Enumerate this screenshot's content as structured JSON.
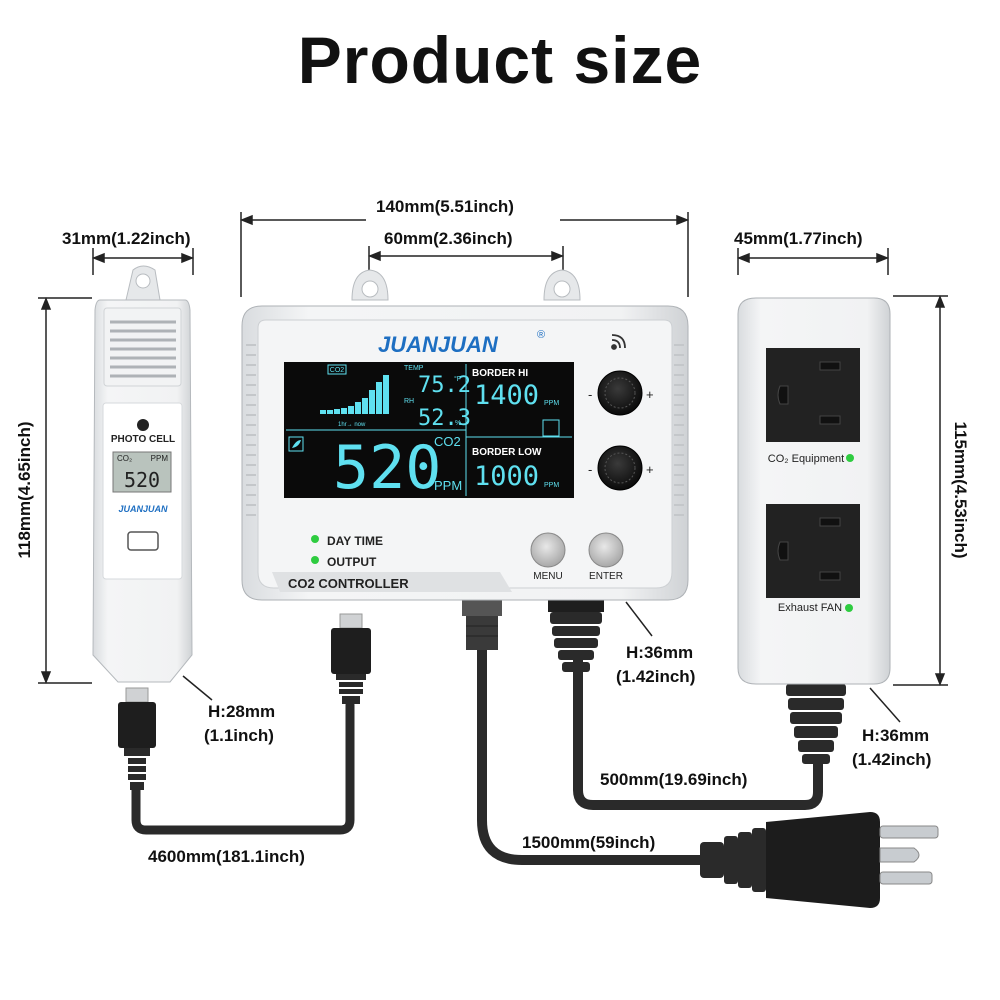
{
  "title": "Product size",
  "dimensions": {
    "controller_width": "140mm(5.51inch)",
    "hook_spacing": "60mm(2.36inch)",
    "sensor_width": "31mm(1.22inch)",
    "sensor_height": "118mm(4.65inch)",
    "sensor_depth_h": "H:28mm",
    "sensor_depth_in": "(1.1inch)",
    "outlet_width": "45mm(1.77inch)",
    "outlet_height": "115mm(4.53inch)",
    "controller_depth_h": "H:36mm",
    "controller_depth_in": "(1.42inch)",
    "outlet_depth_h": "H:36mm",
    "outlet_depth_in": "(1.42inch)",
    "sensor_cable": "4600mm(181.1inch)",
    "outlet_cable": "500mm(19.69inch)",
    "power_cable": "1500mm(59inch)"
  },
  "sensor": {
    "label": "PHOTO CELL",
    "lcd_co2": "CO₂",
    "lcd_ppm": "PPM",
    "lcd_value": "520",
    "brand": "JUANJUAN"
  },
  "controller": {
    "brand": "JUANJUAN",
    "registered": "®",
    "panel_label": "CO2 CONTROLLER",
    "lcd": {
      "co2_tag": "CO2",
      "temp_label": "TEMP",
      "temp_value": "75.2",
      "temp_unit": "°F",
      "rh_label": "RH",
      "rh_value": "52.3",
      "rh_unit": "%",
      "time_axis": "1hr→ now",
      "main_value": "520",
      "main_unit_top": "CO2",
      "main_unit_bottom": "PPM",
      "border_hi_label": "BORDER HI",
      "border_hi_value": "1400",
      "border_hi_unit": "PPM",
      "border_low_label": "BORDER LOW",
      "border_low_value": "1000",
      "border_low_unit": "PPM"
    },
    "indicators": [
      "DAY TIME",
      "OUTPUT"
    ],
    "buttons": [
      "MENU",
      "ENTER"
    ]
  },
  "outlet": {
    "outlet1_label": "CO₂ Equipment",
    "outlet2_label": "Exhaust FAN"
  },
  "colors": {
    "lcd_bg": "#0a0a0a",
    "lcd_text": "#5fe0f0",
    "indicator_led": "#2ecc40",
    "brand_blue": "#1e6fc2",
    "device_white": "#eceef0"
  }
}
